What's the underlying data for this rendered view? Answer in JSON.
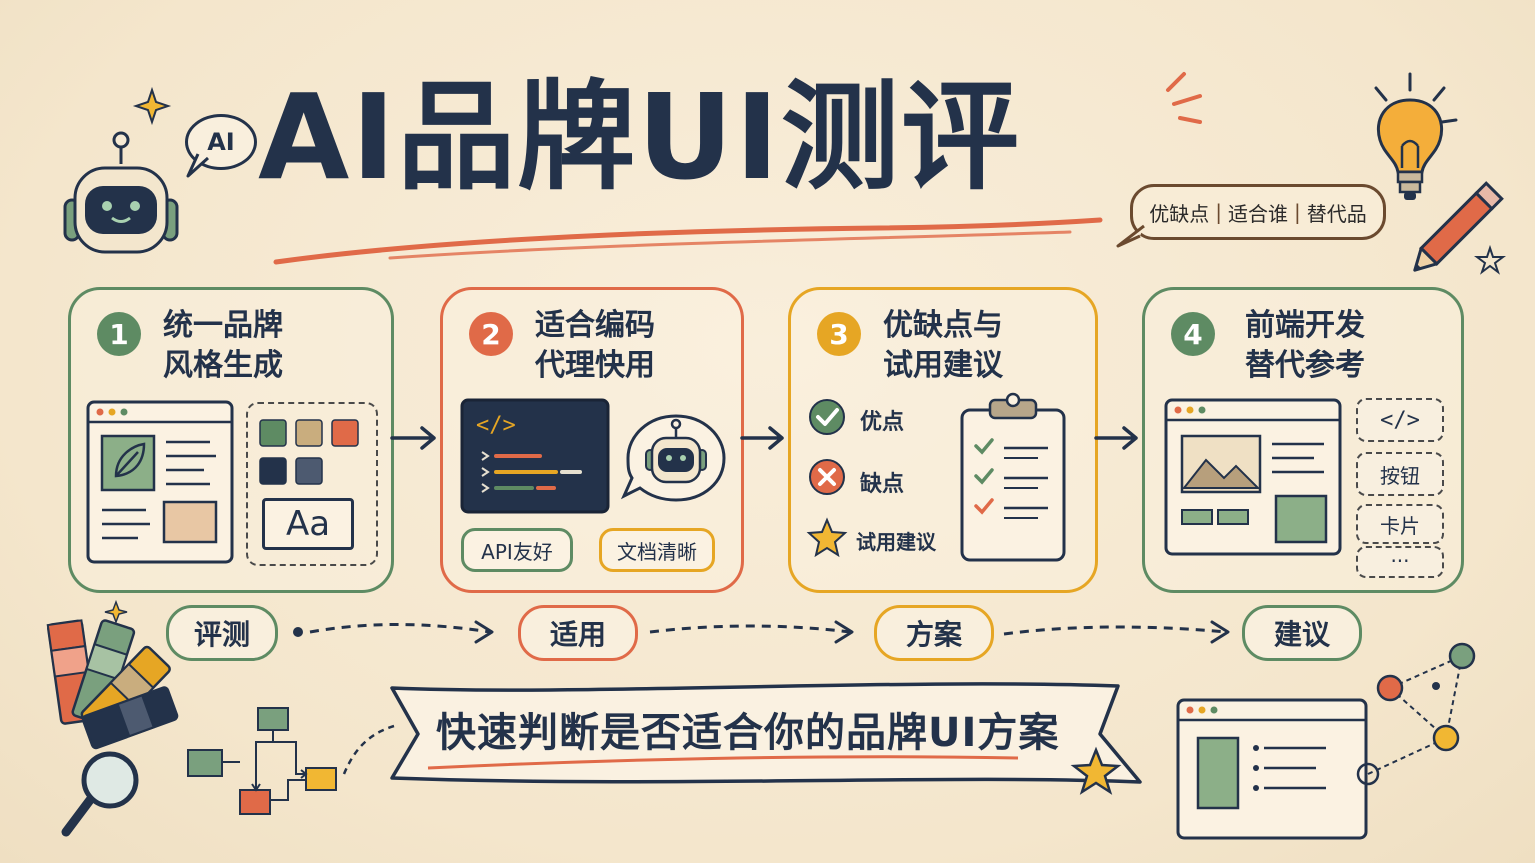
{
  "title": "AI品牌UI测评",
  "ai_bubble": "AI",
  "tags_bubble": [
    "优缺点",
    "适合谁",
    "替代品"
  ],
  "tags_separator": "|",
  "cards": [
    {
      "num": "1",
      "title_line1": "统一品牌",
      "title_line2": "风格生成",
      "color": "#5e8b63"
    },
    {
      "num": "2",
      "title_line1": "适合编码",
      "title_line2": "代理快用",
      "color": "#e06a48",
      "tag_left": "API友好",
      "tag_right": "文档清晰"
    },
    {
      "num": "3",
      "title_line1": "优缺点与",
      "title_line2": "试用建议",
      "color": "#e6a624",
      "pros": "优点",
      "cons": "缺点",
      "trial": "试用建议"
    },
    {
      "num": "4",
      "title_line1": "前端开发",
      "title_line2": "替代参考",
      "color": "#5e8b63",
      "code_tag": "</>",
      "button_tag": "按钮",
      "card_tag": "卡片",
      "more_tag": "..."
    }
  ],
  "swatch_text": "Aa",
  "code_tag_text": "</>",
  "flow": [
    "评测",
    "适用",
    "方案",
    "建议"
  ],
  "flow_colors": [
    "#5e8b63",
    "#e06a48",
    "#e6a624",
    "#5e8b63"
  ],
  "banner": "快速判断是否适合你的品牌UI方案",
  "colors": {
    "ink": "#23324a",
    "green": "#5e8b63",
    "orange": "#e06a48",
    "yellow": "#e6a624",
    "paper": "#f6ead4"
  }
}
